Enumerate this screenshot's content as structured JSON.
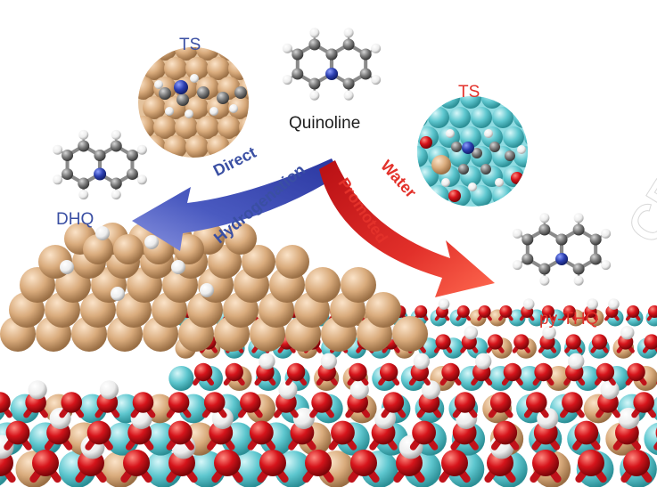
{
  "labels": {
    "ts_left": "TS",
    "quinoline": "Quinoline",
    "ts_right": "TS",
    "dhq": "DHQ",
    "direct": "Direct",
    "hydrogenation": "Hydrogenation",
    "water": "Water",
    "promoted": "Promoted",
    "py_thq": "py-THQ",
    "watermark": "CR"
  },
  "colors": {
    "blue_arrow": "#3b4aa8",
    "red_arrow": "#e2302a",
    "ni_atom": "#d9ab7c",
    "oxygen_atom": "#d6141b",
    "hydrogen_atom": "#f2f2f2",
    "carbon_atom": "#7a7a7a",
    "nitrogen_atom": "#2c3fb0",
    "oxide_cation": "#5ec7cf"
  }
}
